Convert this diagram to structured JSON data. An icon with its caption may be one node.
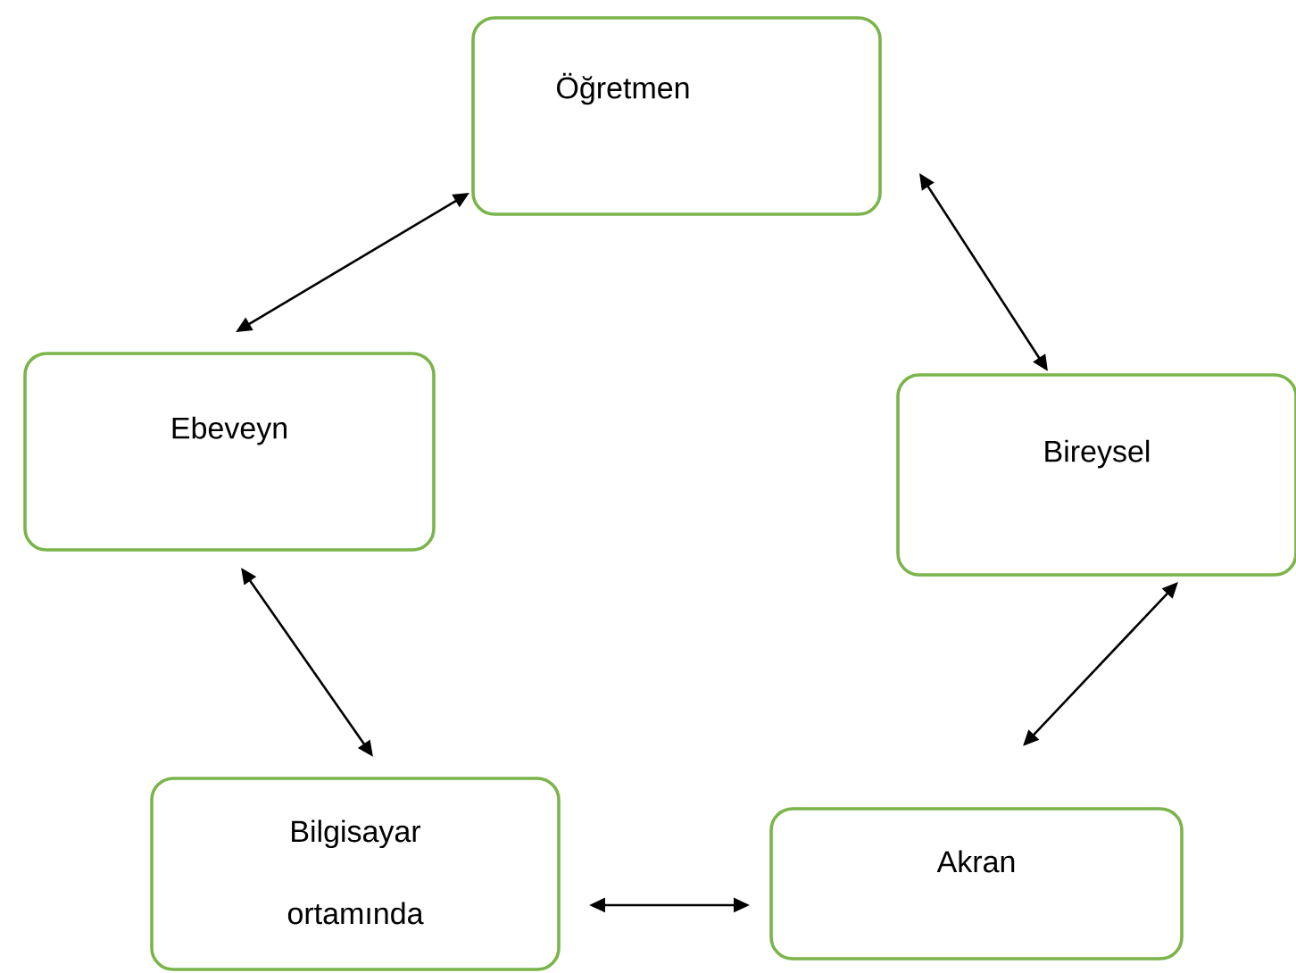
{
  "diagram": {
    "nodes": [
      {
        "text": [
          "Öğretmen"
        ]
      },
      {
        "text": [
          "Ebeveyn"
        ]
      },
      {
        "text": [
          "Bireysel"
        ]
      },
      {
        "text": [
          "Bilgisayar ortamında"
        ]
      },
      {
        "text": [
          "Akran"
        ]
      }
    ],
    "edges": [
      {
        "from": 1,
        "to": 0,
        "arrow": "both"
      },
      {
        "from": 0,
        "to": 2,
        "arrow": "both"
      },
      {
        "from": 1,
        "to": 3,
        "arrow": "both"
      },
      {
        "from": 2,
        "to": 4,
        "arrow": "both"
      },
      {
        "from": 3,
        "to": 4,
        "arrow": "both"
      }
    ]
  }
}
